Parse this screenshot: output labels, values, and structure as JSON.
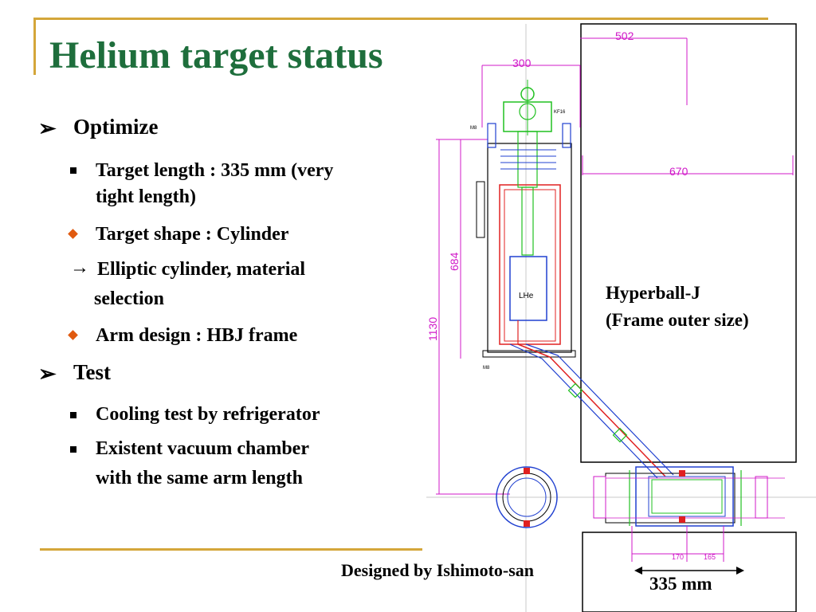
{
  "title": "Helium target status",
  "sections": [
    {
      "heading": "Optimize",
      "items": [
        {
          "marker": "square",
          "lines": [
            "Target length : 335 mm (very",
            "tight length)"
          ]
        },
        {
          "marker": "diamond",
          "lines": [
            "Target shape  : Cylinder"
          ]
        },
        {
          "marker": "arrow",
          "text": "Elliptic cylinder, material",
          "cont": "selection"
        },
        {
          "marker": "diamond",
          "lines": [
            "Arm design : HBJ frame"
          ]
        }
      ]
    },
    {
      "heading": "Test",
      "items": [
        {
          "marker": "square",
          "lines": [
            "Cooling test by refrigerator"
          ]
        },
        {
          "marker": "square",
          "lines": [
            "Existent vacuum chamber",
            "with the same arm length"
          ]
        }
      ]
    }
  ],
  "arrow_symbol": "→",
  "bullet_symbol": "➢",
  "drawing": {
    "dim_502": "502",
    "dim_300": "300",
    "dim_670": "670",
    "dim_684": "684",
    "dim_1130": "1130",
    "dim_170": "170",
    "dim_165": "165",
    "tag_kf16": "KF16",
    "tag_lhe": "LHe",
    "tag_m8_top": "M8",
    "tag_m8_bottom": "M8",
    "hyperball_line1": "Hyperball-J",
    "hyperball_line2": "(Frame outer size)",
    "credit": "Designed by Ishimoto-san",
    "length_label": "335 mm"
  },
  "colors": {
    "title": "#1e6e3c",
    "rule": "#d4a63a",
    "diamond": "#e05a10",
    "dimension": "#d018c8",
    "vessel": "#e02020",
    "cryo": "#20c020",
    "structure": "#2040d0"
  }
}
